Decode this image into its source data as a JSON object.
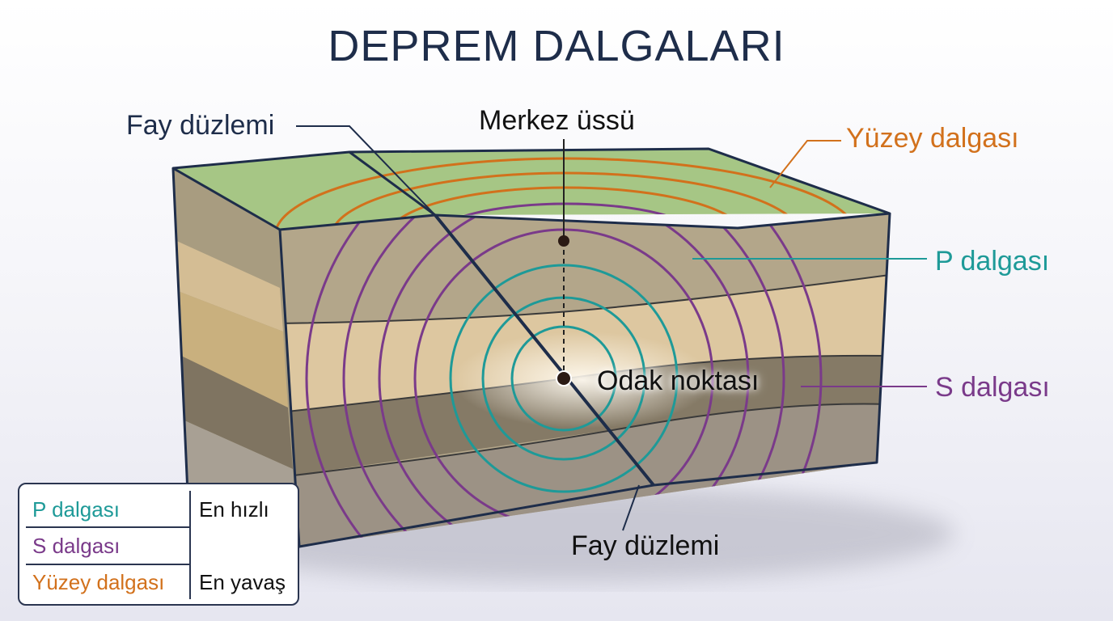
{
  "title": "DEPREM DALGALARI",
  "labels": {
    "fault_plane_top": "Fay düzlemi",
    "epicenter": "Merkez üssü",
    "surface_wave": "Yüzey dalgası",
    "p_wave": "P dalgası",
    "s_wave": "S dalgası",
    "focus": "Odak noktası",
    "fault_plane_bottom": "Fay düzlemi"
  },
  "legend": {
    "rows": [
      {
        "name": "P dalgası",
        "speed": "En hızlı"
      },
      {
        "name": "S dalgası",
        "speed": ""
      },
      {
        "name": "Yüzey dalgası",
        "speed": "En yavaş"
      }
    ]
  },
  "colors": {
    "p_wave": "#1e9a98",
    "s_wave": "#7a3a8a",
    "surface_wave": "#d2711c",
    "outline": "#1e2d4a",
    "grass": "#a6c685"
  }
}
